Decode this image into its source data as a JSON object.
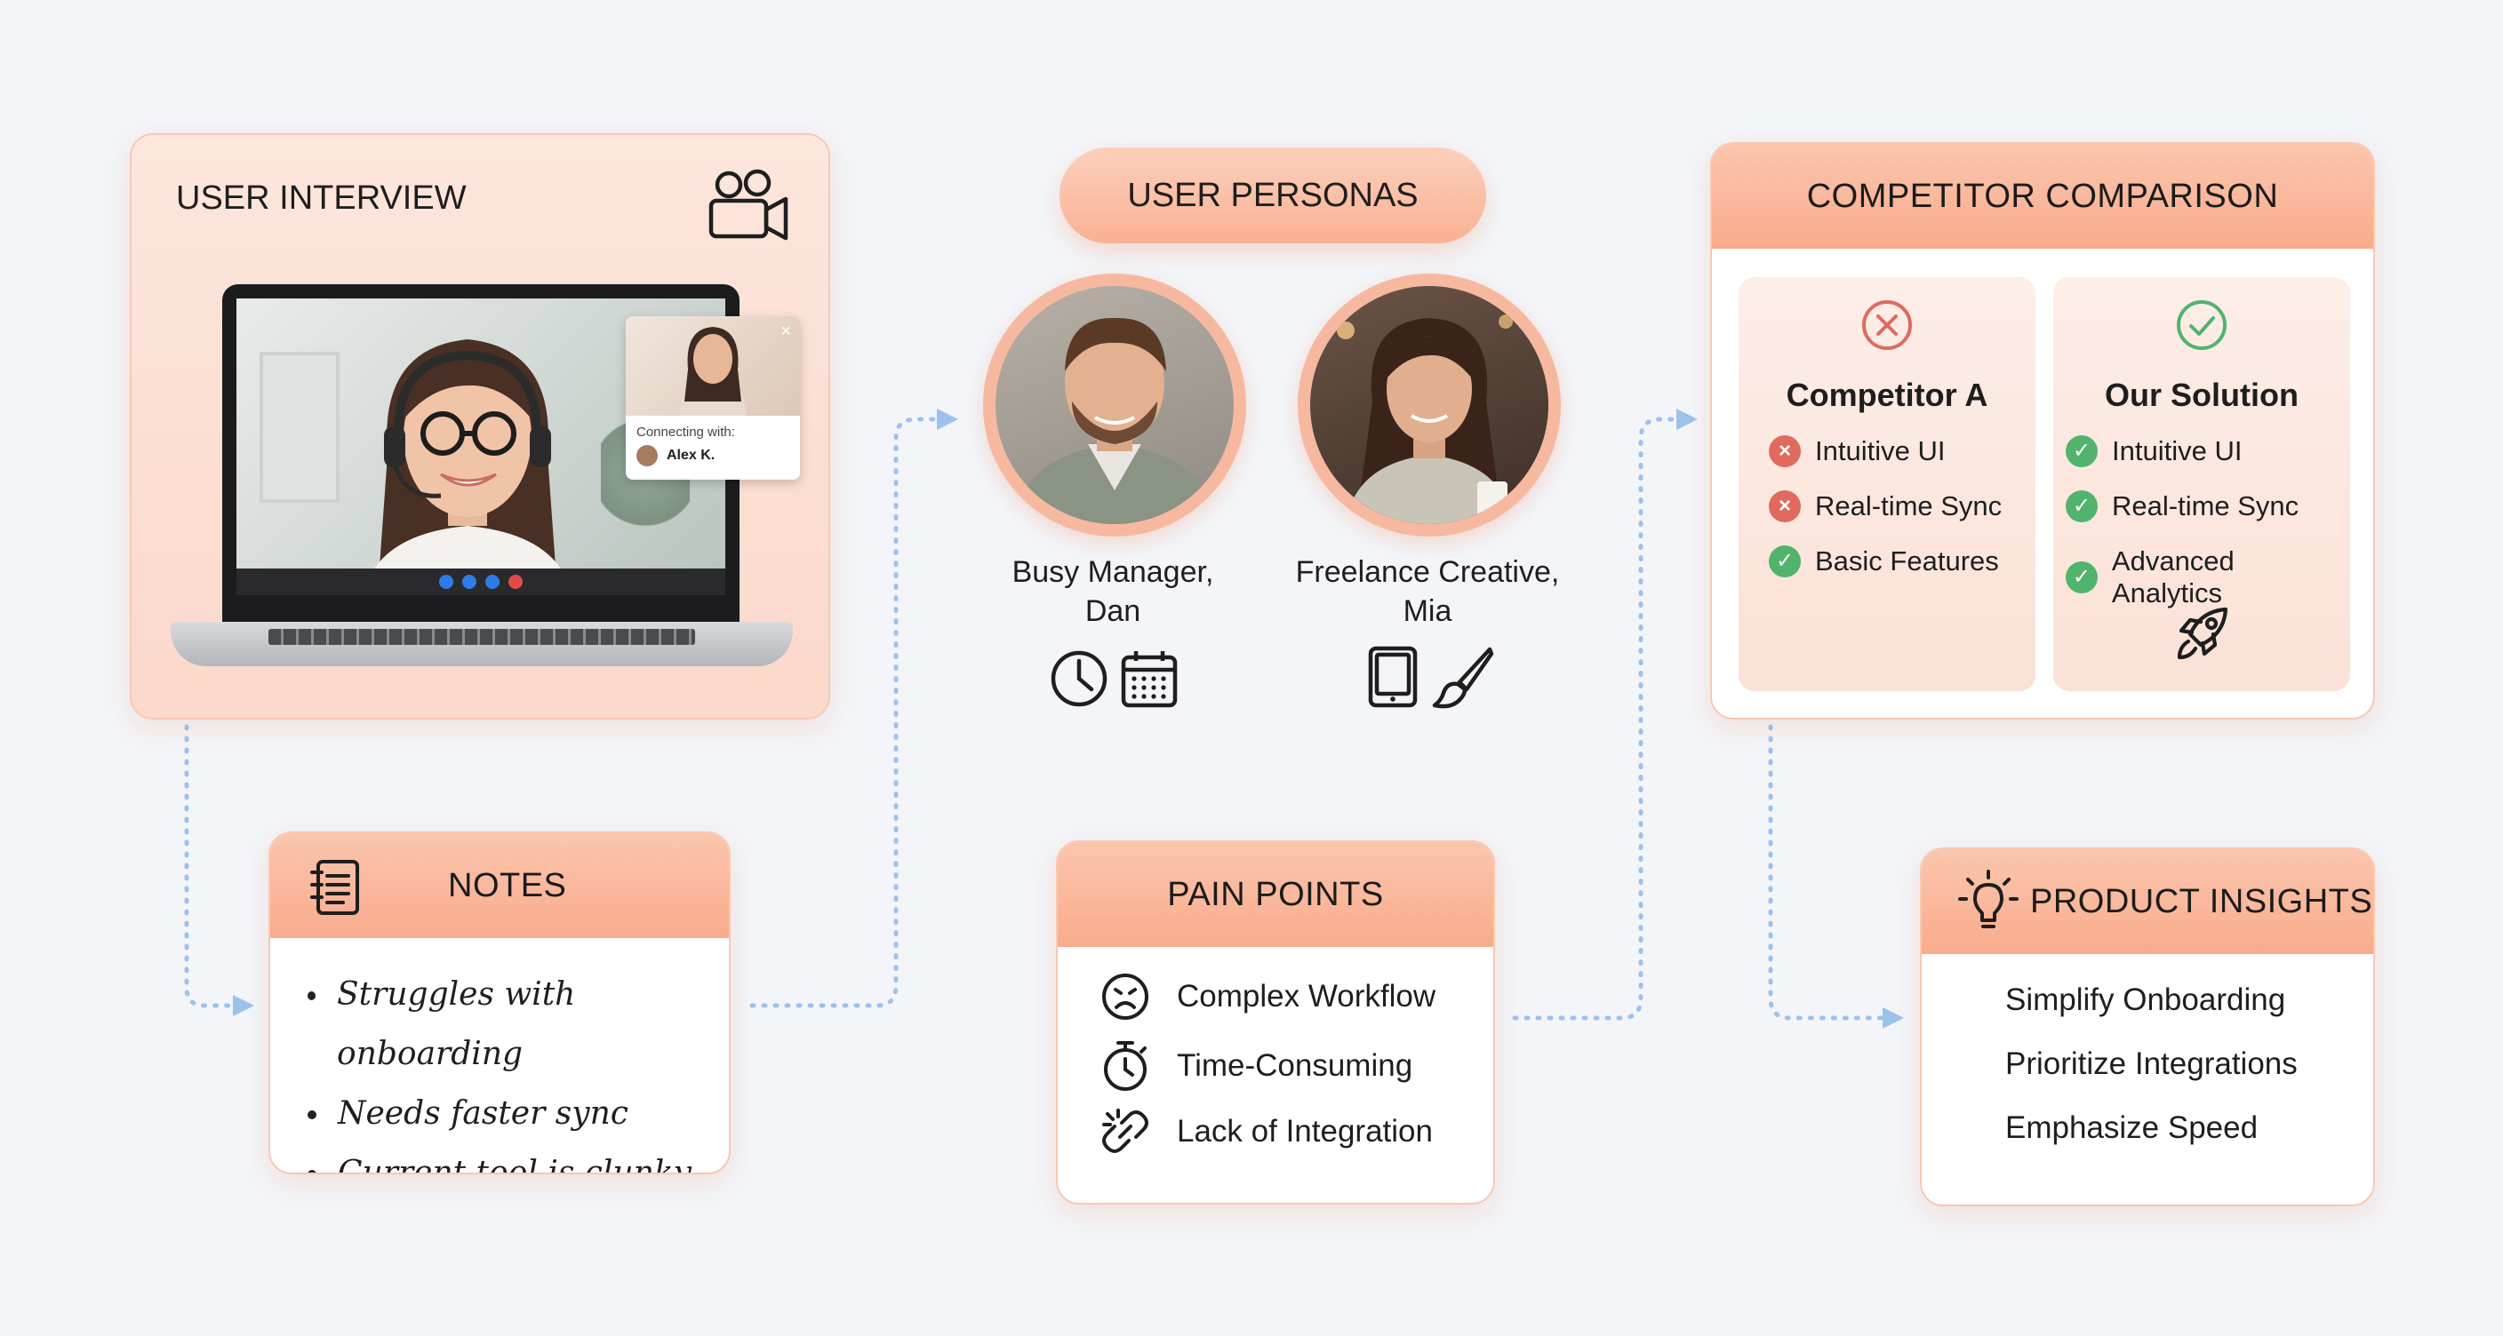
{
  "interview": {
    "title": "USER INTERVIEW",
    "connecting_label": "Connecting with:",
    "connecting_name": "Alex K."
  },
  "personas": {
    "title": "USER PERSONAS",
    "items": [
      {
        "name_line1": "Busy Manager,",
        "name_line2": "Dan",
        "icons": [
          "clock-icon",
          "calendar-icon"
        ]
      },
      {
        "name_line1": "Freelance Creative,",
        "name_line2": "Mia",
        "icons": [
          "tablet-icon",
          "brush-icon"
        ]
      }
    ]
  },
  "competitor": {
    "title": "COMPETITOR COMPARISON",
    "columns": [
      {
        "name": "Competitor A",
        "status_icon": "x-circle-icon",
        "rows": [
          {
            "label": "Intuitive UI",
            "status": "x"
          },
          {
            "label": "Real-time Sync",
            "status": "x"
          },
          {
            "label": "Basic Features",
            "status": "check"
          }
        ]
      },
      {
        "name": "Our Solution",
        "status_icon": "check-circle-icon",
        "rows": [
          {
            "label": "Intuitive UI",
            "status": "check"
          },
          {
            "label": "Real-time Sync",
            "status": "check"
          },
          {
            "label": "Advanced Analytics",
            "status": "check"
          }
        ],
        "extra_icon": "rocket-icon"
      }
    ]
  },
  "notes": {
    "title": "NOTES",
    "items": [
      "Struggles with onboarding",
      "Needs faster sync",
      "Current tool is clunky"
    ]
  },
  "pain_points": {
    "title": "PAIN POINTS",
    "items": [
      {
        "label": "Complex Workflow",
        "icon": "frown-face-icon"
      },
      {
        "label": "Time-Consuming",
        "icon": "stopwatch-icon"
      },
      {
        "label": "Lack of Integration",
        "icon": "broken-link-icon"
      }
    ]
  },
  "insights": {
    "title": "PRODUCT INSIGHTS",
    "icon": "lightbulb-icon",
    "items": [
      "Simplify Onboarding",
      "Prioritize Integrations",
      "Emphasize Speed"
    ]
  },
  "colors": {
    "accent": "#f9ab8c",
    "accent_light": "#fde6dc",
    "connector": "#9cc2ec",
    "negative": "#e06a5e",
    "positive": "#52b36d"
  }
}
